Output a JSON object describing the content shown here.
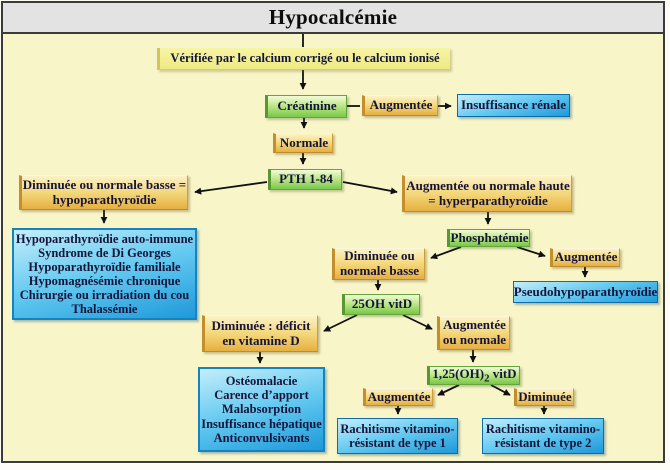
{
  "title": "Hypocalcémie",
  "colors": {
    "background": "#f8f5c8",
    "title_bar": "#e3e3e3",
    "gold_box": "#e6af40",
    "pale_yellow_box": "#eeea83",
    "green_box": "#79c749",
    "blue_box": "#1e99da",
    "text": "#14143a",
    "arrow": "#111111"
  },
  "nodes": {
    "verify": {
      "label": "Vérifiée par le calcium corrigé ou le calcium ionisé"
    },
    "creatinine": {
      "label": "Créatinine"
    },
    "creatinine_augmentee": {
      "label": "Augmentée"
    },
    "insuffisance_renale": {
      "label": "Insuffisance rénale"
    },
    "normale": {
      "label": "Normale"
    },
    "pth": {
      "label": "PTH 1-84"
    },
    "pth_diminuee": {
      "lines": [
        "Diminuée ou normale basse =",
        "hypoparathyroïdie"
      ]
    },
    "hypopara_causes": {
      "lines": [
        "Hypoparathyroïdie auto-immune",
        "Syndrome de Di Georges",
        "Hypoparathyroïdie familiale",
        "Hypomagnésémie chronique",
        "Chirurgie ou irradiation du cou",
        "Thalassémie"
      ]
    },
    "pth_augmentee": {
      "lines": [
        "Augmentée ou normale haute",
        "= hyperparathyroïdie"
      ]
    },
    "phosphatemie": {
      "label": "Phosphatémie"
    },
    "phosph_diminuee": {
      "lines": [
        "Diminuée ou",
        "normale basse"
      ]
    },
    "phosph_augmentee": {
      "label": "Augmentée"
    },
    "pseudohypoparathyroidie": {
      "label": "Pseudohypoparathyroïdie"
    },
    "vitd25": {
      "label": "25OH vitD"
    },
    "vitd25_diminuee": {
      "lines": [
        "Diminuée : déficit",
        "en vitamine D"
      ]
    },
    "vitd25_augmentee": {
      "lines": [
        "Augmentée",
        "ou normale"
      ]
    },
    "deficit_causes": {
      "lines": [
        "Ostéomalacie",
        "Carence d’apport",
        "Malabsorption",
        "Insuffisance hépatique",
        "Anticonvulsivants"
      ]
    },
    "vitd125": {
      "prefix": "1,25(OH)",
      "sub": "2",
      "suffix": " vitD"
    },
    "vitd125_augmentee": {
      "label": "Augmentée"
    },
    "vitd125_diminuee": {
      "label": "Diminuée"
    },
    "rachitisme1": {
      "lines": [
        "Rachitisme vitamino-",
        "résistant de type 1"
      ]
    },
    "rachitisme2": {
      "lines": [
        "Rachitisme vitamino-",
        "résistant de type 2"
      ]
    }
  }
}
